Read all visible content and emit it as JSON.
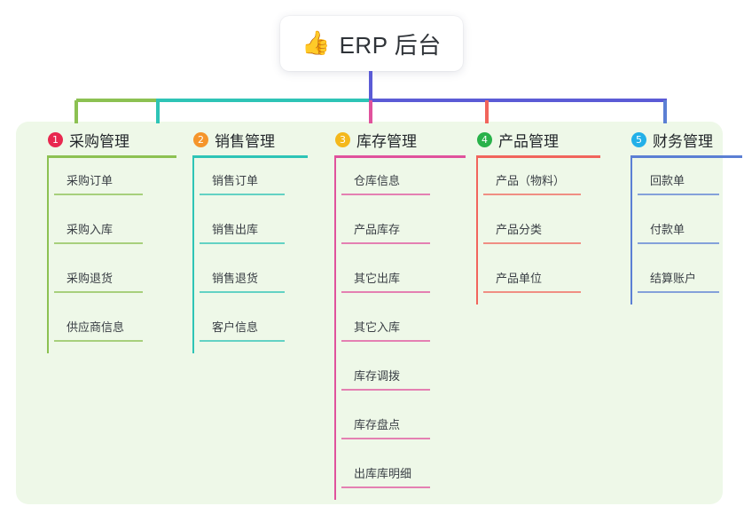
{
  "root": {
    "icon": "thumbs-up-emoji",
    "emoji": "👍",
    "title": "ERP 后台"
  },
  "palette": {
    "panel_background": "#eef8e8",
    "page_background": "#ffffff",
    "root_stem": "#5b5bd6",
    "bus_green": "#7ac143",
    "bus_teal": "#19b5a5",
    "bus_indigo": "#5b5bd6",
    "text_dark": "#23272b",
    "text_leaf": "#3a3f45"
  },
  "columns": [
    {
      "index": "1",
      "badge_number": "1",
      "badge_color": "#e8284f",
      "line_color": "#8cc152",
      "label": "采购管理",
      "items": [
        {
          "label": "采购订单"
        },
        {
          "label": "采购入库"
        },
        {
          "label": "采购退货"
        },
        {
          "label": "供应商信息"
        }
      ]
    },
    {
      "index": "2",
      "badge_number": "2",
      "badge_color": "#f5952b",
      "line_color": "#2ec4b6",
      "label": "销售管理",
      "items": [
        {
          "label": "销售订单"
        },
        {
          "label": "销售出库"
        },
        {
          "label": "销售退货"
        },
        {
          "label": "客户信息"
        }
      ]
    },
    {
      "index": "3",
      "badge_number": "3",
      "badge_color": "#f4b81c",
      "line_color": "#e0529c",
      "label": "库存管理",
      "items": [
        {
          "label": "仓库信息"
        },
        {
          "label": "产品库存"
        },
        {
          "label": "其它出库"
        },
        {
          "label": "其它入库"
        },
        {
          "label": "库存调拨"
        },
        {
          "label": "库存盘点"
        },
        {
          "label": "出库库明细"
        }
      ]
    },
    {
      "index": "4",
      "badge_number": "4",
      "badge_color": "#29b24a",
      "line_color": "#f1655c",
      "label": "产品管理",
      "items": [
        {
          "label": "产品（物料）"
        },
        {
          "label": "产品分类"
        },
        {
          "label": "产品单位"
        }
      ]
    },
    {
      "index": "5",
      "badge_number": "5",
      "badge_color": "#22b0e8",
      "line_color": "#5b7fd4",
      "label": "财务管理",
      "items": [
        {
          "label": "回款单"
        },
        {
          "label": "付款单"
        },
        {
          "label": "结算账户"
        }
      ]
    }
  ]
}
